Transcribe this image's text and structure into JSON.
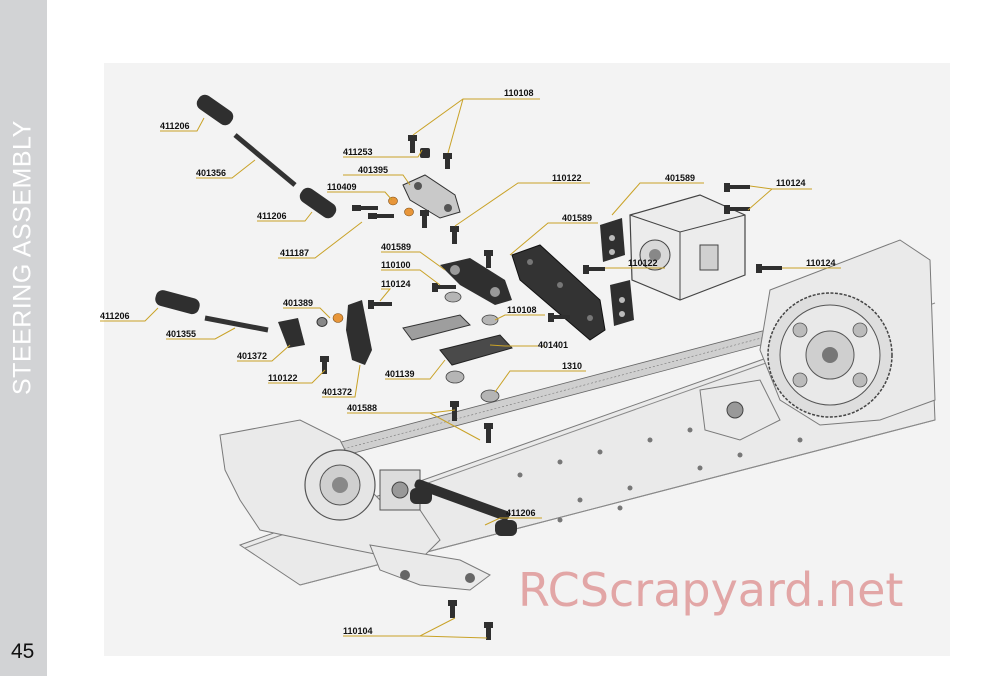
{
  "section_title": "STEERING ASSEMBLY",
  "page_number": "45",
  "watermark": "RCScrapyard.net",
  "labels": {
    "l110108a": "110108",
    "l411253": "411253",
    "l401395": "401395",
    "l110409": "110409",
    "l411187": "411187",
    "l411206a": "411206",
    "l401356": "401356",
    "l411206b": "411206",
    "l110122a": "110122",
    "l401589a": "401589",
    "l401589b": "401589",
    "l110124a": "110124",
    "l401589c": "401589",
    "l110100": "110100",
    "l110124b": "110124",
    "l110122b": "110122",
    "l110124c": "110124",
    "l411206c": "411206",
    "l401389": "401389",
    "l401355": "401355",
    "l401372a": "401372",
    "l110108b": "110108",
    "l401401": "401401",
    "l110122c": "110122",
    "l401139": "401139",
    "l1310": "1310",
    "l401372b": "401372",
    "l401588": "401588",
    "l411206d": "411206",
    "l110104": "110104"
  }
}
